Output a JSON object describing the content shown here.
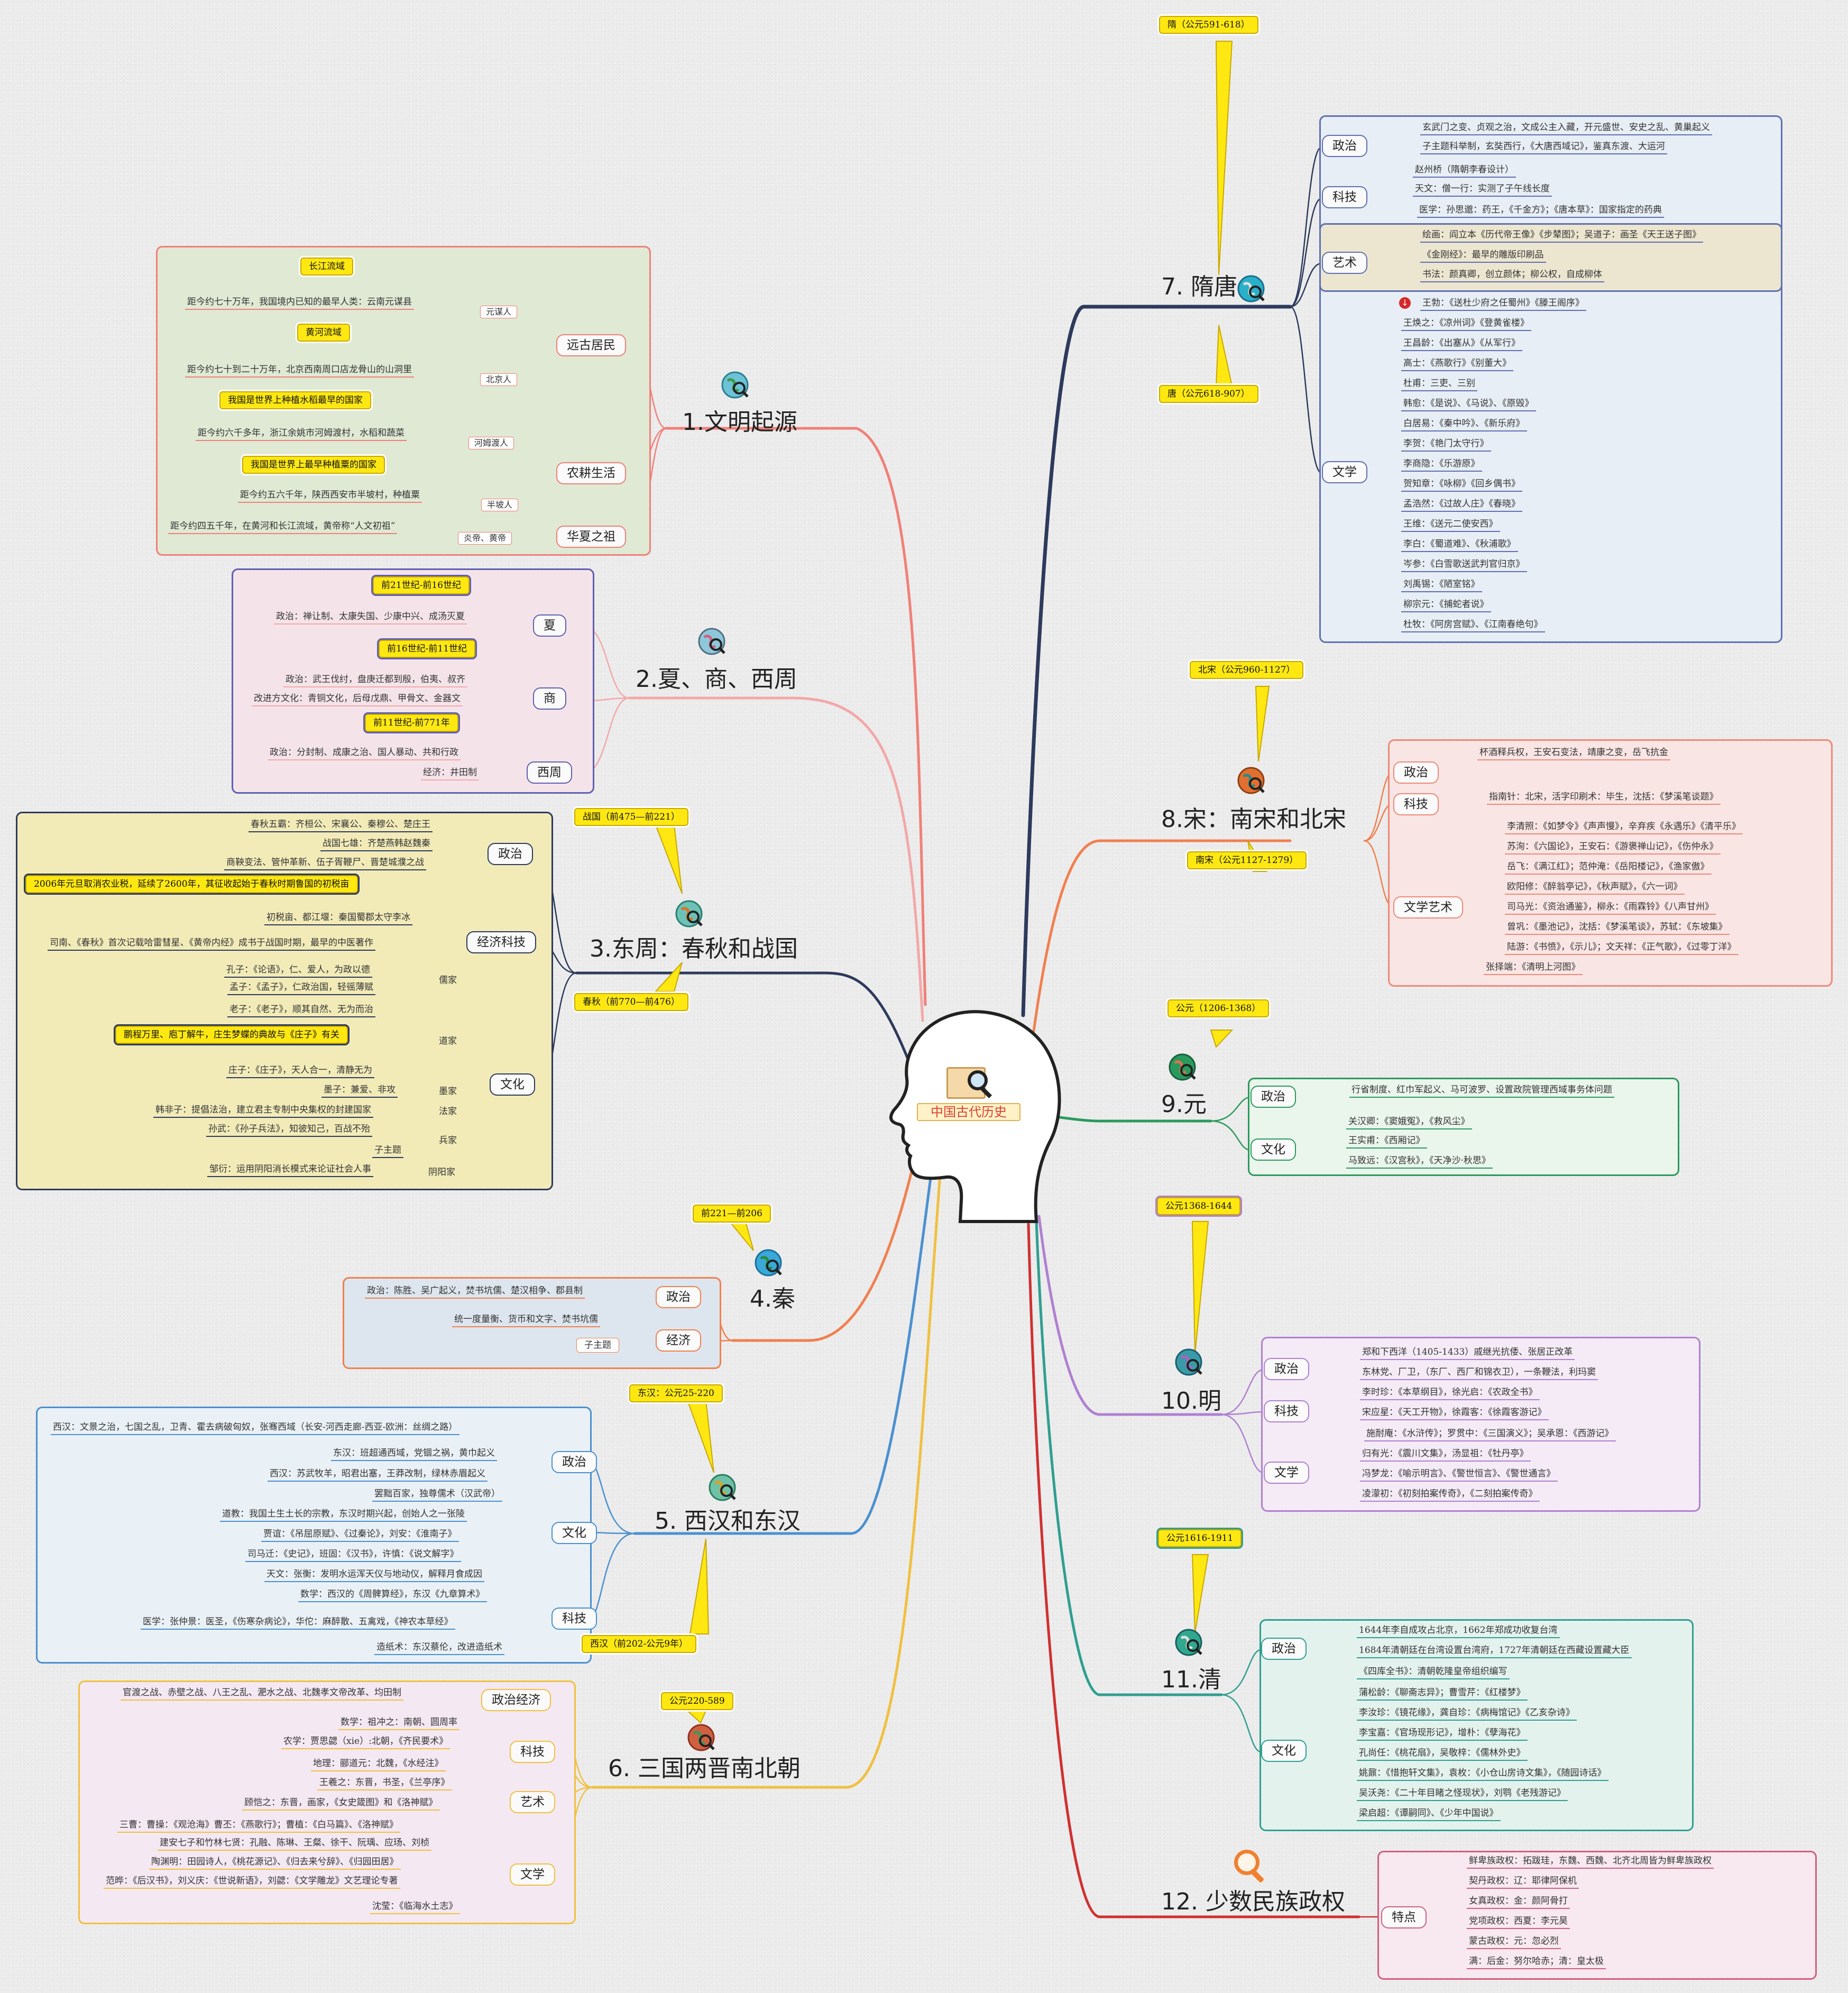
{
  "center": {
    "label": "中国古代历史",
    "icon": "book-magnifier-icon"
  },
  "colors": {
    "red": "#f08078",
    "pink": "#f3a8a8",
    "navy": "#2d3a5c",
    "orange": "#f08050",
    "blue": "#4a90d0",
    "yellow": "#f0c040",
    "purple": "#6060b0",
    "teal": "#2f9f90",
    "green": "#2a9a5c",
    "lilac": "#b080d0",
    "crimson": "#d03030",
    "note": "#ffe812"
  },
  "t1": {
    "title": "1.文明起源",
    "icon": "globe-icon",
    "n_changjiang": "长江流域",
    "n_huanghe": "黄河流域",
    "n_rice": "我国是世界上种植水稻最早的国家",
    "n_millet": "我国是世界上最早种植粟的国家",
    "yuanmou": "元谋人",
    "yuanmou_d": "距今约七十万年，我国境内已知的最早人类：云南元谋县",
    "beijing": "北京人",
    "beijing_d": "距今约七十到二十万年，北京西南周口店龙骨山的山洞里",
    "hemudu": "河姆渡人",
    "hemudu_d": "距今约六千多年，浙江余姚市河姆渡村，水稻和蔬菜",
    "banpo": "半坡人",
    "banpo_d": "距今约五六千年，陕西西安市半坡村，种植粟",
    "yandi": "炎帝、黄帝",
    "yandi_d": "距今约四五千年，在黄河和长江流域，黄帝称“人文初祖”",
    "s1": "远古居民",
    "s2": "农耕生活",
    "s3": "华夏之祖"
  },
  "t2": {
    "title": "2.夏、商、西周",
    "icon": "globe-icon",
    "n1": "前21世纪-前16世纪",
    "n2": "前16世纪-前11世纪",
    "n3": "前11世纪-前771年",
    "xia_d": "政治：禅让制、太康失国、少康中兴、成汤灭夏",
    "shang_d1": "政治：武王伐纣，盘庚迁都到殷，伯夷、叔齐",
    "shang_d2": "改进方文化：青铜文化，后母戊鼎、甲骨文、金器文",
    "zhou_d1": "政治：分封制、成康之治、国人暴动、共和行政",
    "zhou_d2": "经济：井田制",
    "s1": "夏",
    "s2": "商",
    "s3": "西周"
  },
  "t3": {
    "title": "3.东周：春秋和战国",
    "icon": "globe-icon",
    "n_zg": "战国（前475—前221）",
    "n_cq": "春秋（前770—前476）",
    "zz1": "春秋五霸：齐桓公、宋襄公、秦穆公、楚庄王",
    "zz2": "战国七雄：齐楚燕韩赵魏秦",
    "zz3": "商鞅变法、管仲革新、伍子胥鞭尸、晋楚城濮之战",
    "n_tax": "2006年元旦取消农业税，延续了2600年，其征收起始于春秋时期鲁国的初税亩",
    "jj1": "初税亩、都江堰：秦国蜀郡太守李冰",
    "jj2": "司南、《春秋》首次记载哈雷彗星、《黄帝内经》成书于战国时期，最早的中医著作",
    "wh1": "孔子：《论语》，仁、爱人，为政以德",
    "wh2": "孟子：《孟子》，仁政治国，轻徭薄赋",
    "wh3": "老子：《老子》，顺其自然、无为而治",
    "n_zz": "鹏程万里、庖丁解牛，庄生梦蝶的典故与《庄子》有关",
    "wh4": "庄子：《庄子》，天人合一，清静无为",
    "wh5": "墨子：兼爱、非攻",
    "wh6": "韩非子：提倡法治，建立君主专制中央集权的封建国家",
    "wh7": "孙武：《孙子兵法》，知彼知己，百战不殆",
    "wh8": "子主题",
    "wh9": "邹衍：运用阴阳消长模式来论证社会人事",
    "school1": "儒家",
    "school2": "道家",
    "school3": "墨家",
    "school4": "法家",
    "school5": "兵家",
    "school6": "阴阳家",
    "s1": "政治",
    "s2": "经济科技",
    "s3": "文化"
  },
  "t4": {
    "title": "4.秦",
    "icon": "globe-icon",
    "n1": "前221—前206",
    "d1": "政治：陈胜、吴广起义，焚书坑儒、楚汉相争、郡县制",
    "d2": "统一度量衡、货币和文字、焚书坑儒",
    "d3": "子主题",
    "s1": "政治",
    "s2": "经济"
  },
  "t5": {
    "title": "5. 西汉和东汉",
    "icon": "globe-icon",
    "n_dh": "东汉：公元25-220",
    "n_xh": "西汉（前202-公元9年）",
    "d0": "西汉：文景之治，七国之乱，卫青、霍去病破匈奴，张骞西域（长安-河西走廊-西亚-欧洲：丝绸之路）",
    "d1": "东汉：班超通西域，党锢之祸，黄巾起义",
    "d2": "西汉：苏武牧羊，昭君出塞，王莽改制，绿林赤眉起义",
    "d3": "罢黜百家，独尊儒术（汉武帝）",
    "d4": "道教：我国土生土长的宗教，东汉时期兴起，创始人之一张陵",
    "d5": "贾谊：《吊屈原赋》、《过秦论》，刘安：《淮南子》",
    "d6": "司马迁：《史记》，班固：《汉书》，许慎：《说文解字》",
    "d7": "天文：张衡：发明水运浑天仪与地动仪，解释月食成因",
    "d8": "数学：西汉的《周髀算经》，东汉《九章算术》",
    "d9": "医学：张仲景：医圣，《伤寒杂病论》，华佗：麻醉散、五禽戏，《神农本草经》",
    "d10": "造纸术：东汉蔡伦，改进造纸术",
    "s1": "政治",
    "s2": "文化",
    "s3": "科技"
  },
  "t6": {
    "title": "6. 三国两晋南北朝",
    "icon": "globe-icon",
    "n1": "公元220-589",
    "d1": "官渡之战、赤壁之战、八王之乱、淝水之战、北魏孝文帝改革、均田制",
    "d2": "数学：祖冲之：南朝、圆周率",
    "d3": "农学：贾思勰（xie）:北朝，《齐民要术》",
    "d4": "地理：郦道元：北魏，《水经注》",
    "d5": "王羲之：东晋，书圣，《兰亭序》",
    "d6": "顾恺之：东晋，画家，《女史箴图》和《洛神赋》",
    "d7": "三曹：曹操：《观沧海》曹丕：《燕歌行》；曹植：《白马篇》、《洛神赋》",
    "d8": "建安七子和竹林七贤：孔融、陈琳、王粲、徐干、阮瑀、应玚、刘桢",
    "d9": "陶渊明：田园诗人，《桃花源记》、《归去来兮辞》、《归园田居》",
    "d10": "范晔：《后汉书》，刘义庆：《世说新语》，刘勰：《文学雕龙》文艺理论专著",
    "d11": "沈莹：《临海水土志》",
    "s1": "政治经济",
    "s2": "科技",
    "s3": "艺术",
    "s4": "文学"
  },
  "t7": {
    "title": "7. 隋唐",
    "icon": "globe-icon",
    "n_sui": "隋（公元591-618）",
    "n_tang": "唐（公元618-907）",
    "p1": "玄武门之变、贞观之治，文成公主入藏，开元盛世、安史之乱、黄巢起义",
    "p2": "子主题科举制，玄奘西行，《大唐西域记》，鉴真东渡、大运河",
    "k1": "赵州桥（隋朝李春设计）",
    "k2": "天文：僧一行：实测了子午线长度",
    "k3": "医学：孙思邈：药王，《千金方》；《唐本草》：国家指定的药典",
    "a1": "绘画：阎立本《历代帝王像》《步辇图》；吴道子：画圣《天王送子图》",
    "a2": "《金刚经》：最早的雕版印刷品",
    "a3": "书法：颜真卿，创立颜体；柳公权，自成柳体",
    "w1": "王勃：《送杜少府之任蜀州》《滕王阁序》",
    "w2": "王焕之：《凉州词》《登黄雀楼》",
    "w3": "王昌龄：《出塞从》《从军行》",
    "w4": "高士：《燕歌行》《别董大》",
    "w5": "杜甫：三吏、三别",
    "w6": "韩愈：《是说》、《马说》、《原毁》",
    "w7": "白居易：《秦中吟》、《新乐府》",
    "w8": "李贺：《艳门太守行》",
    "w9": "李商隐：《乐游原》",
    "w10": "贺知章：《咏柳》《回乡偶书》",
    "w11": "孟浩然：《过故人庄》《春晓》",
    "w12": "王维：《送元二使安西》",
    "w13": "李白：《蜀道难》、《秋浦歌》",
    "w14": "岑参：《白雪歌送武判官归京》",
    "w15": "刘禹锡：《陋室铭》",
    "w16": "柳宗元：《捕蛇者说》",
    "w17": "杜牧：《阿房宫赋》、《江南春绝句》",
    "s1": "政治",
    "s2": "科技",
    "s3": "艺术",
    "s4": "文学"
  },
  "t8": {
    "title": "8.宋：南宋和北宋",
    "icon": "globe-icon",
    "n_bs": "北宋（公元960-1127）",
    "n_ns": "南宋（公元1127-1279）",
    "d1": "杯酒释兵权，王安石变法，靖康之变，岳飞抗金",
    "d2": "指南针：北宋，活字印刷术：毕生，沈括：《梦溪笔谈题》",
    "d3": "李清照：《如梦令》《声声慢》，辛弃疾《永遇乐》《清平乐》",
    "d4": "苏洵：《六国论》，王安石：《游褒禅山记》，《伤仲永》",
    "d5": "岳飞：《满江红》；范仲淹：《岳阳楼记》，《渔家傲》",
    "d6": "欧阳修：《醉翁亭记》，《秋声赋》，《六一词》",
    "d7": "司马光：《资治通鉴》，柳永：《雨霖铃》《八声甘州》",
    "d8": "曾巩：《墨池记》，沈括：《梦溪笔谈》，苏轼：《东坡集》",
    "d9": "陆游：《书愤》，《示儿》；文天祥：《正气歌》，《过零丁洋》",
    "d10": "张择端：《清明上河图》",
    "s1": "政治",
    "s2": "科技",
    "s3": "文学艺术"
  },
  "t9": {
    "title": "9.元",
    "icon": "globe-icon",
    "n1": "公元（1206-1368）",
    "d1": "行省制度、红巾军起义、马可波罗、设置政院管理西域事务体问题",
    "d2": "关汉卿：《窦娥冤》，《救风尘》",
    "d3": "王实甫：《西厢记》",
    "d4": "马致远：《汉宫秋》，《天净沙·秋思》",
    "s1": "政治",
    "s2": "文化"
  },
  "t10": {
    "title": "10.明",
    "icon": "globe-icon",
    "n1": "公元1368-1644",
    "d1": "郑和下西洋（1405-1433）戚继光抗倭、张居正改革",
    "d2": "东林党、厂卫，（东厂、西厂和锦衣卫），一条鞭法，利玛窦",
    "d3": "李时珍：《本草纲目》，徐光启：《农政全书》",
    "d4": "宋应星：《天工开物》，徐霞客：《徐霞客游记》",
    "d5": "施耐庵：《水浒传》；罗贯中：《三国演义》；吴承恩：《西游记》",
    "d6": "归有光：《震川文集》，汤显祖：《牡丹亭》",
    "d7": "冯梦龙：《喻示明言》、《警世恒言》、《警世通言》",
    "d8": "凌濛初：《初刻拍案传奇》，《二刻拍案传奇》",
    "s1": "政治",
    "s2": "科技",
    "s3": "文学"
  },
  "t11": {
    "title": "11.清",
    "icon": "globe-icon",
    "n1": "公元1616-1911",
    "d1": "1644年李自成攻占北京，1662年郑成功收复台湾",
    "d2": "1684年清朝廷在台湾设置台湾府，1727年清朝廷在西藏设置藏大臣",
    "d3": "《四库全书》：清朝乾隆皇帝组织编写",
    "d4": "蒲松龄：《聊斋志异》；曹雪芹：《红楼梦》",
    "d5": "李汝珍：《镜花缘》，龚自珍：《病梅馆记》《乙亥杂诗》",
    "d6": "李宝嘉：《官场现形记》，增朴：《孽海花》",
    "d7": "孔尚任：《桃花扇》，吴敬梓：《儒林外史》",
    "d8": "姚鼐：《惜抱轩文集》，袁枚：《小仓山房诗文集》，《随园诗话》",
    "d9": "吴沃尧：《二十年目睹之怪现状》，刘鹗《老残游记》",
    "d10": "梁启超：《谭嗣同》、《少年中国说》",
    "s1": "政治",
    "s2": "文化"
  },
  "t12": {
    "title": "12. 少数民族政权",
    "icon": "magnifier-icon",
    "d1": "鲜卑族政权：拓跋珪，东魏、西魏、北齐北周皆为鲜卑族政权",
    "d2": "契丹政权：辽：耶律阿保机",
    "d3": "女真政权：金：颜阿骨打",
    "d4": "党项政权：西夏：李元昊",
    "d5": "蒙古政权：元：忽必烈",
    "d6": "满：后金：努尔哈赤；清：皇太极",
    "s1": "特点"
  }
}
